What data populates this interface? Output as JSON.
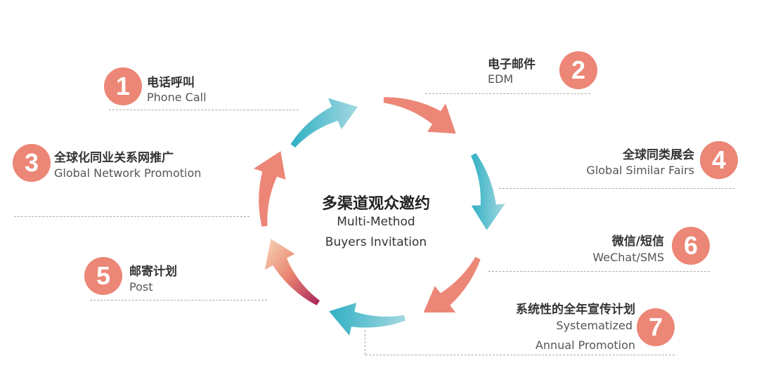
{
  "colors": {
    "salmon": "#ec8676",
    "teal": "#45b5c6",
    "teal_light": "#9fd6df",
    "gradient_start": "#f7d3b5",
    "gradient_end": "#b2275a"
  },
  "center": {
    "title_zh": "多渠道观众邀约",
    "line1": "Multi-Method",
    "line2": "Buyers Invitation"
  },
  "items": [
    {
      "number": "1",
      "zh": "电话呼叫",
      "en": "Phone Call"
    },
    {
      "number": "2",
      "zh": "电子邮件",
      "en": "EDM"
    },
    {
      "number": "3",
      "zh": "全球化同业关系网推广",
      "en": "Global Network Promotion"
    },
    {
      "number": "4",
      "zh": "全球同类展会",
      "en": "Global Similar Fairs"
    },
    {
      "number": "5",
      "zh": "邮寄计划",
      "en": "Post"
    },
    {
      "number": "6",
      "zh": "微信/短信",
      "en": "WeChat/SMS"
    },
    {
      "number": "7",
      "zh": "系统性的全年宣传计划",
      "en": "Systematized",
      "en2": "Annual Promotion"
    }
  ]
}
